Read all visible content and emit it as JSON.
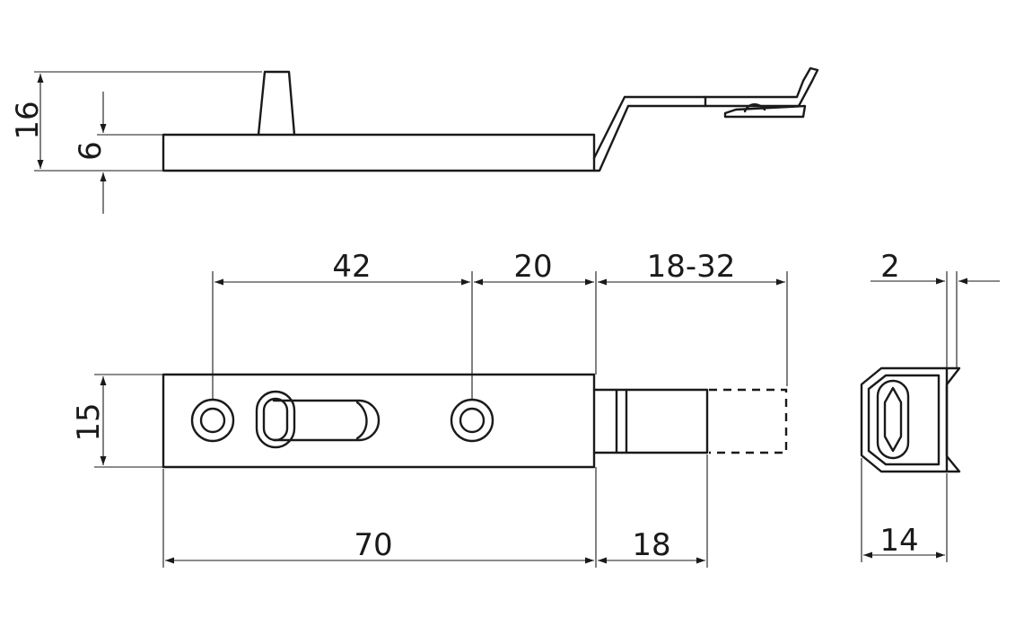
{
  "dimensions": {
    "side_overall_height": "16",
    "side_body_height": "6",
    "hole_spacing": "42",
    "hole_to_end": "20",
    "bolt_travel": "18-32",
    "body_width": "15",
    "body_length": "70",
    "bolt_length": "18",
    "keeper_thickness": "2",
    "keeper_length": "14"
  },
  "colors": {
    "line": "#1a1a1a",
    "background": "#ffffff"
  }
}
